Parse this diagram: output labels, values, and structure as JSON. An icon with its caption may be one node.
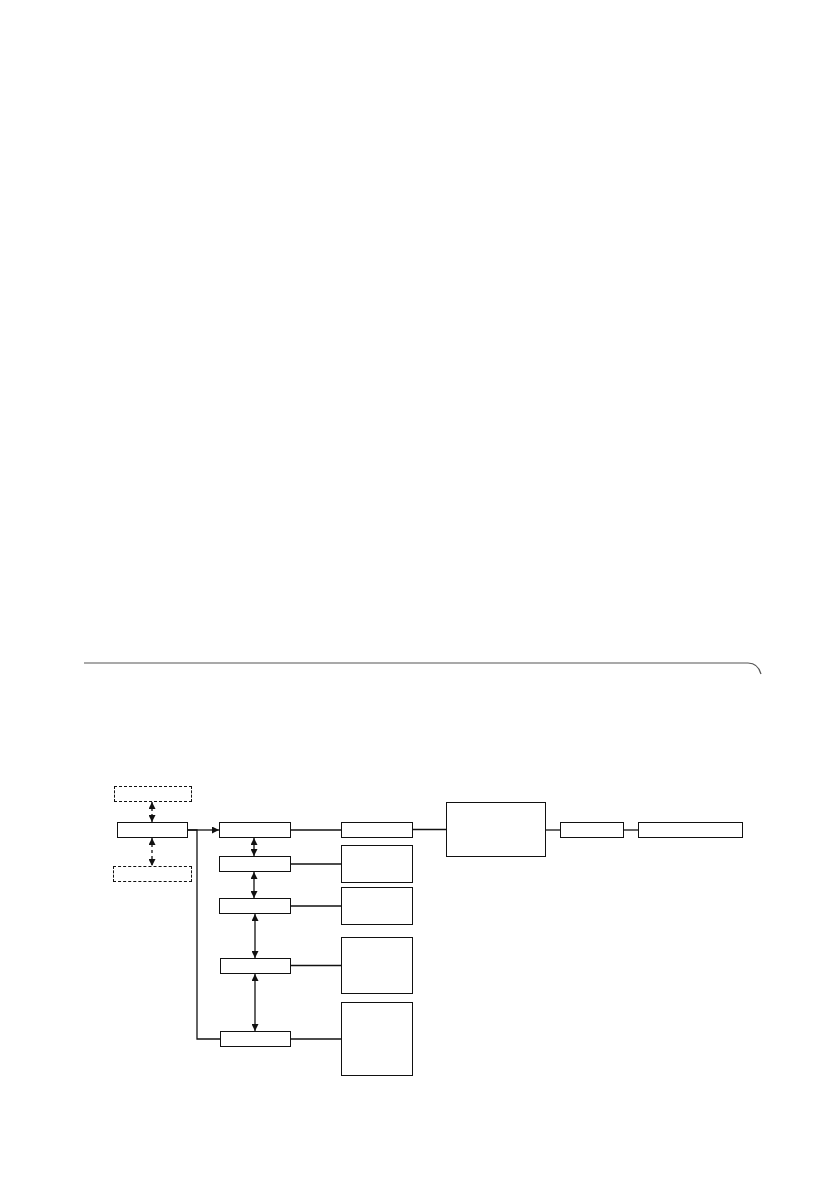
{
  "diagram": {
    "nodes": [
      {
        "text": [],
        "shape": "box"
      },
      {
        "text": [],
        "shape": "box"
      },
      {
        "text": [],
        "shape": "box"
      },
      {
        "text": [],
        "shape": "box"
      },
      {
        "text": [],
        "shape": "box"
      },
      {
        "text": [],
        "shape": "box"
      },
      {
        "text": [],
        "shape": "box"
      },
      {
        "text": [],
        "shape": "box"
      },
      {
        "text": [],
        "shape": "box"
      },
      {
        "text": [],
        "shape": "box"
      },
      {
        "text": [],
        "shape": "box"
      },
      {
        "text": [],
        "shape": "box"
      },
      {
        "text": [],
        "shape": "box"
      },
      {
        "text": [],
        "shape": "box"
      },
      {
        "text": [],
        "shape": "box"
      },
      {
        "text": [],
        "shape": "box"
      }
    ],
    "edges": [
      {
        "from": 0,
        "to": 1,
        "arrow": "both",
        "style": "dashed"
      },
      {
        "from": 1,
        "to": 2,
        "arrow": "both",
        "style": "dashed"
      },
      {
        "from": 1,
        "to": 3,
        "arrow": "to"
      },
      {
        "from": 1,
        "to": 7,
        "arrow": "none"
      },
      {
        "from": 3,
        "to": 4,
        "arrow": "both"
      },
      {
        "from": 4,
        "to": 5,
        "arrow": "both"
      },
      {
        "from": 5,
        "to": 6,
        "arrow": "both"
      },
      {
        "from": 6,
        "to": 7,
        "arrow": "both"
      },
      {
        "from": 3,
        "to": 8,
        "arrow": "none"
      },
      {
        "from": 4,
        "to": 9,
        "arrow": "none"
      },
      {
        "from": 5,
        "to": 10,
        "arrow": "none"
      },
      {
        "from": 6,
        "to": 11,
        "arrow": "none"
      },
      {
        "from": 7,
        "to": 12,
        "arrow": "none"
      },
      {
        "from": 8,
        "to": 13,
        "arrow": "none"
      },
      {
        "from": 13,
        "to": 14,
        "arrow": "none"
      },
      {
        "from": 14,
        "to": 15,
        "arrow": "none"
      }
    ]
  }
}
